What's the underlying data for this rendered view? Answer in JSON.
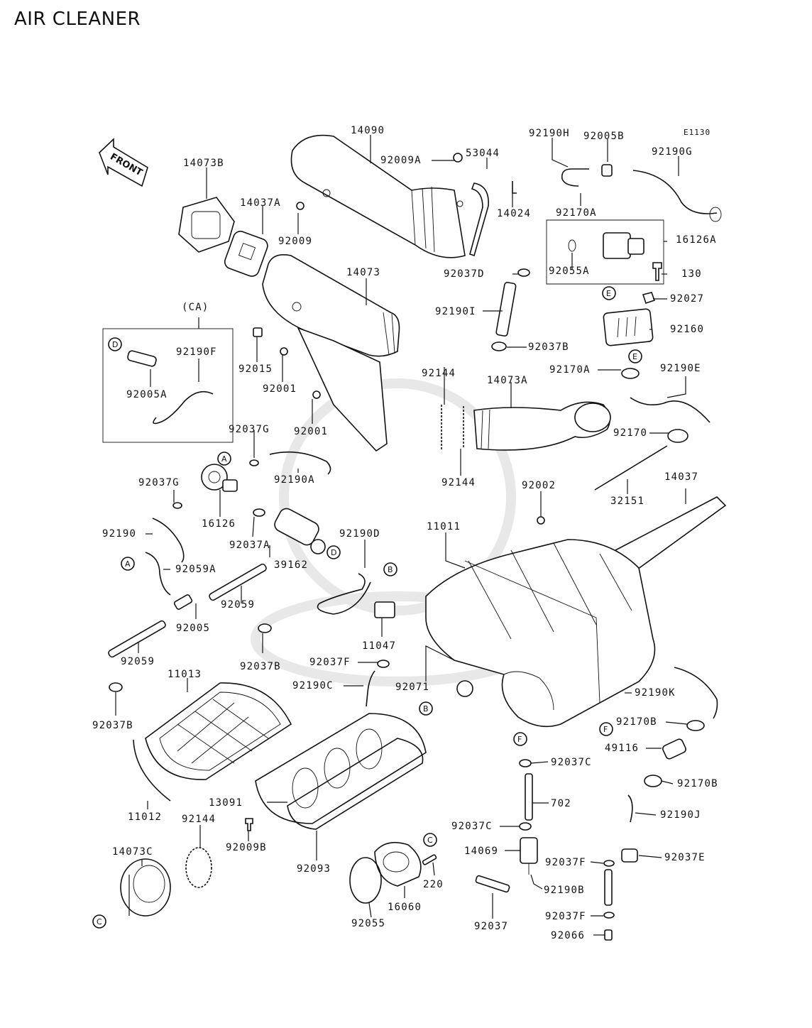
{
  "title": "AIR CLEANER",
  "diagram_code": "E1130",
  "front_label": "FRONT",
  "parts": {
    "p14090": "14090",
    "p92009A": "92009A",
    "p53044": "53044",
    "p92190H": "92190H",
    "p92005B": "92005B",
    "p92190G": "92190G",
    "p14073B": "14073B",
    "p14037A": "14037A",
    "p92009": "92009",
    "p14024": "14024",
    "p92170A": "92170A",
    "p16126A": "16126A",
    "p92055A": "92055A",
    "p130": "130",
    "p92037D": "92037D",
    "p14073": "14073",
    "p92027": "92027",
    "p92190I": "92190I",
    "p92160": "92160",
    "pCA": "(CA)",
    "p92190F": "92190F",
    "p92005A": "92005A",
    "p92015": "92015",
    "p92037B_a": "92037B",
    "p92001_a": "92001",
    "p92144_a": "92144",
    "p14073A": "14073A",
    "p92170A_b": "92170A",
    "p92190E": "92190E",
    "p92001_b": "92001",
    "p92037G_a": "92037G",
    "p92170": "92170",
    "p92190A": "92190A",
    "p92144_b": "92144",
    "p92037G_b": "92037G",
    "p32151": "32151",
    "p14037": "14037",
    "p16126": "16126",
    "p92002": "92002",
    "p92190": "92190",
    "p92037A": "92037A",
    "p11011": "11011",
    "p92190D": "92190D",
    "p92059A": "92059A",
    "p39162": "39162",
    "p92059_a": "92059",
    "p92005": "92005",
    "p11047": "11047",
    "p92037B_b": "92037B",
    "p92059_b": "92059",
    "p92037F_a": "92037F",
    "p92190C": "92190C",
    "p92071": "92071",
    "p92190K": "92190K",
    "p11013": "11013",
    "p92037B_c": "92037B",
    "p92170B_a": "92170B",
    "p49116": "49116",
    "p92037C_a": "92037C",
    "p92170B_b": "92170B",
    "p702": "702",
    "p13091": "13091",
    "p11012": "11012",
    "p92144_c": "92144",
    "p92037C_b": "92037C",
    "p92190J": "92190J",
    "p92009B": "92009B",
    "p14069": "14069",
    "p14073C": "14073C",
    "p92037F_b": "92037F",
    "p92037E": "92037E",
    "p92093": "92093",
    "p220": "220",
    "p92190B": "92190B",
    "p16060": "16060",
    "p92037F_c": "92037F",
    "p92055": "92055",
    "p92037": "92037",
    "p92066": "92066"
  },
  "refs": {
    "A": "A",
    "B": "B",
    "C": "C",
    "D": "D",
    "E": "E",
    "F": "F"
  }
}
